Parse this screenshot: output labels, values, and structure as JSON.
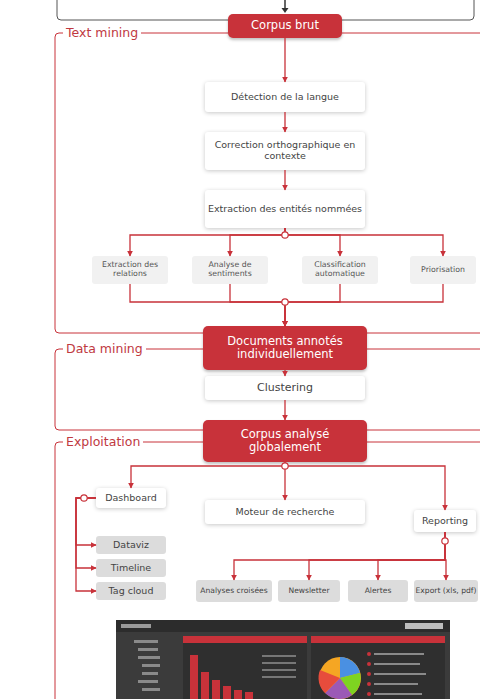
{
  "diagram": {
    "nodes": [
      {
        "text": [
          "Corpus brut"
        ]
      },
      {
        "text": [
          "Détection de la langue"
        ]
      },
      {
        "text": [
          "Correction orthographique en contexte"
        ]
      },
      {
        "text": [
          "Extraction des entités nommées"
        ]
      },
      {
        "text": [
          "Extraction des relations"
        ]
      },
      {
        "text": [
          "Analyse de sentiments"
        ]
      },
      {
        "text": [
          "Classification automatique"
        ]
      },
      {
        "text": [
          "Priorisation"
        ]
      },
      {
        "text": [
          "Documents annotés individuellement"
        ]
      },
      {
        "text": [
          "Clustering"
        ]
      },
      {
        "text": [
          "Corpus analysé globalement"
        ]
      },
      {
        "text": [
          "Dashboard"
        ]
      },
      {
        "text": [
          "Moteur de recherche"
        ]
      },
      {
        "text": [
          "Reporting"
        ]
      },
      {
        "text": [
          "Dataviz"
        ]
      },
      {
        "text": [
          "Timeline"
        ]
      },
      {
        "text": [
          "Tag cloud"
        ]
      },
      {
        "text": [
          "Analyses croisées"
        ]
      },
      {
        "text": [
          "Newsletter"
        ]
      },
      {
        "text": [
          "Alertes"
        ]
      },
      {
        "text": [
          "Export (xls, pdf)"
        ]
      }
    ],
    "edges": [
      {
        "from": 0,
        "to": 1,
        "arrow": "to"
      },
      {
        "from": 1,
        "to": 2,
        "arrow": "to"
      },
      {
        "from": 2,
        "to": 3,
        "arrow": "to"
      },
      {
        "from": 3,
        "to": 4,
        "arrow": "to"
      },
      {
        "from": 3,
        "to": 5,
        "arrow": "to"
      },
      {
        "from": 3,
        "to": 6,
        "arrow": "to"
      },
      {
        "from": 3,
        "to": 7,
        "arrow": "to"
      },
      {
        "from": 4,
        "to": 8,
        "arrow": "to"
      },
      {
        "from": 5,
        "to": 8,
        "arrow": "to"
      },
      {
        "from": 6,
        "to": 8,
        "arrow": "to"
      },
      {
        "from": 7,
        "to": 8,
        "arrow": "to"
      },
      {
        "from": 8,
        "to": 9,
        "arrow": "to"
      },
      {
        "from": 9,
        "to": 10,
        "arrow": "to"
      },
      {
        "from": 10,
        "to": 11,
        "arrow": "to"
      },
      {
        "from": 10,
        "to": 12,
        "arrow": "to"
      },
      {
        "from": 10,
        "to": 13,
        "arrow": "to"
      },
      {
        "from": 11,
        "to": 14,
        "arrow": "to"
      },
      {
        "from": 11,
        "to": 15,
        "arrow": "to"
      },
      {
        "from": 11,
        "to": 16,
        "arrow": "to"
      },
      {
        "from": 13,
        "to": 17,
        "arrow": "to"
      },
      {
        "from": 13,
        "to": 18,
        "arrow": "to"
      },
      {
        "from": 13,
        "to": 19,
        "arrow": "to"
      },
      {
        "from": 13,
        "to": 20,
        "arrow": "to"
      }
    ],
    "labels": [
      "Text mining",
      "Data mining",
      "Exploitation"
    ]
  }
}
